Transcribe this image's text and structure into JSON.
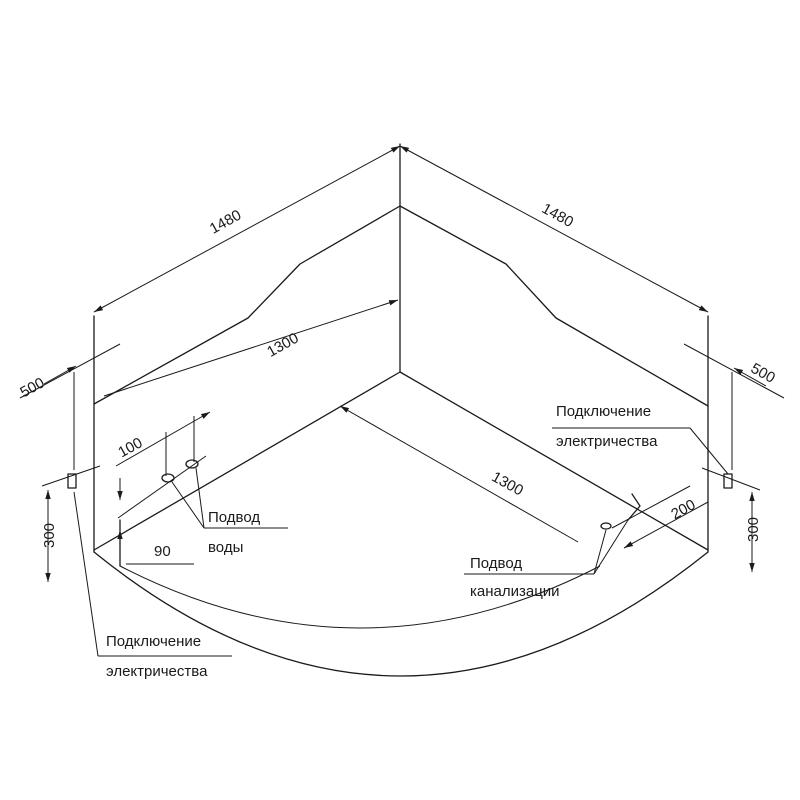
{
  "dimensions": {
    "outer_left": "1480",
    "outer_right": "1480",
    "inner_left": "1300",
    "inner_right": "1300",
    "height_left": "500",
    "height_right": "500",
    "elec_left": "300",
    "elec_right": "300",
    "water_offset": "100",
    "water_height": "90",
    "drain_offset": "200"
  },
  "labels": {
    "elec_right_l1": "Подключение",
    "elec_right_l2": "электричества",
    "water_l1": "Подвод",
    "water_l2": "воды",
    "drain_l1": "Подвод",
    "drain_l2": "канализации",
    "elec_left_l1": "Подключение",
    "elec_left_l2": "электричества"
  }
}
